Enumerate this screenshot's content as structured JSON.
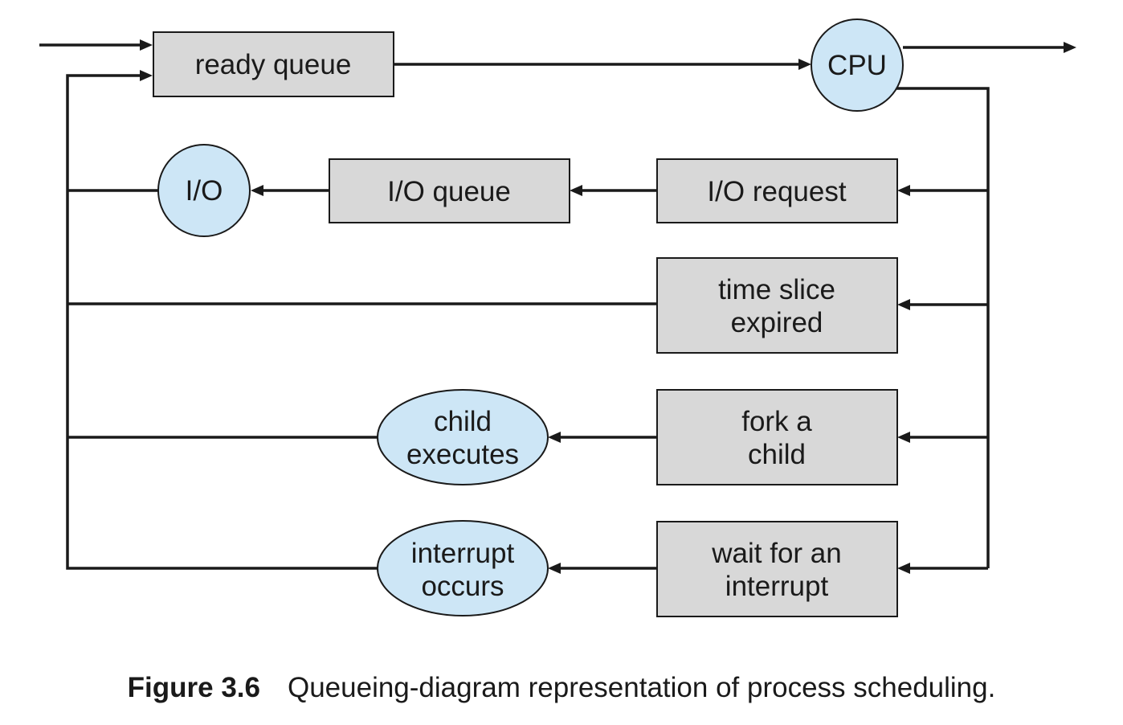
{
  "nodes": {
    "ready_queue": "ready queue",
    "cpu": "CPU",
    "io": "I/O",
    "io_queue": "I/O queue",
    "io_request": "I/O request",
    "time_slice_1": "time slice",
    "time_slice_2": "expired",
    "child_executes_1": "child",
    "child_executes_2": "executes",
    "fork_child_1": "fork a",
    "fork_child_2": "child",
    "interrupt_occurs_1": "interrupt",
    "interrupt_occurs_2": "occurs",
    "wait_interrupt_1": "wait for an",
    "wait_interrupt_2": "interrupt"
  },
  "caption": {
    "number": "Figure 3.6",
    "text": "Queueing-diagram representation of process scheduling."
  },
  "colors": {
    "box_fill": "#d8d8d8",
    "oval_fill": "#cde6f6",
    "stroke": "#1a1a1a"
  }
}
